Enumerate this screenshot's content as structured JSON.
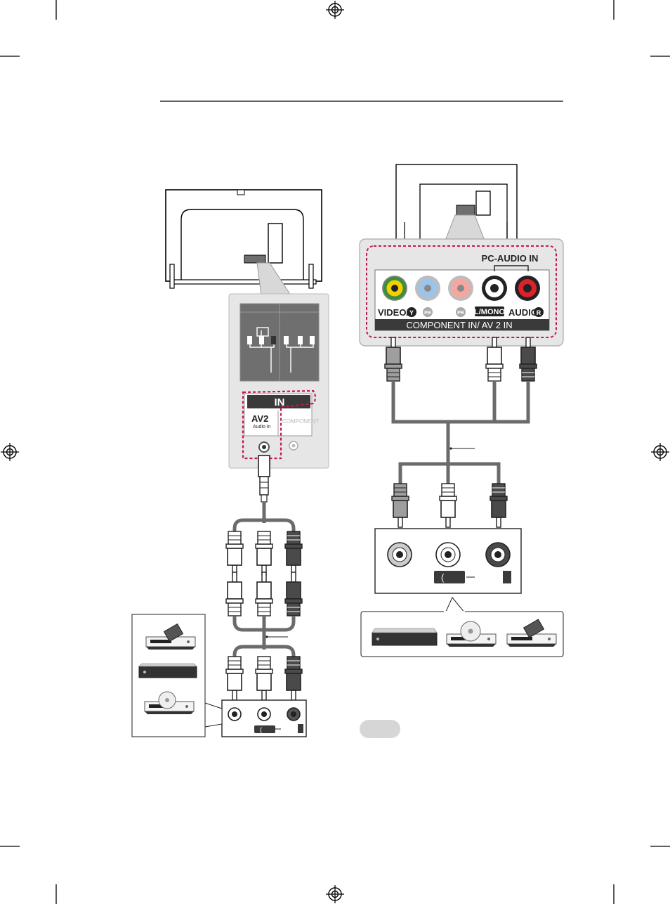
{
  "left_panel": {
    "in_label": "IN",
    "av2_label": "AV2",
    "audio_in_label": "Audio in",
    "component_label": "COMPONENT"
  },
  "right_panel": {
    "pc_audio_label": "PC-AUDIO IN",
    "video_y_label": "VIDEO/",
    "y_badge": "Y",
    "pb_badge": "PB",
    "pr_badge": "PR",
    "lmono_label": "L/MONO",
    "audio_label": "AUDIO",
    "r_badge": "R",
    "component_bar_label": "COMPONENT IN/ AV 2 IN"
  },
  "colors": {
    "panel_gray": "#e6e6e6",
    "dark_panel": "#6f6f6f",
    "highlight_pink": "#c2185b",
    "cable_gray": "#6b6b6b",
    "jack_green": "#f5d000",
    "jack_blue": "#9dc3e6",
    "jack_pink": "#f4a7a0",
    "jack_red": "#e0202a"
  },
  "icons": [
    "registration-mark-icon",
    "crop-mark-icon",
    "dvd-player-icon",
    "vcr-icon",
    "set-top-box-icon"
  ]
}
